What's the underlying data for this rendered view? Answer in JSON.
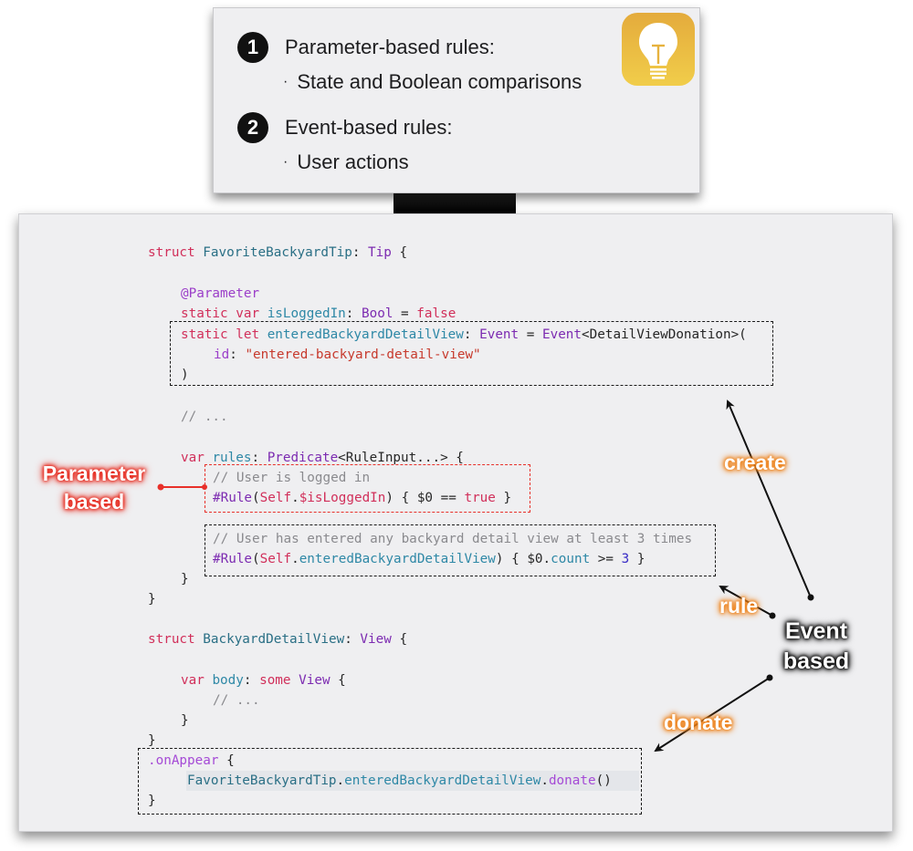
{
  "slide": {
    "rules": [
      {
        "number": "1",
        "title": "Parameter-based rules:",
        "bullet": "State and Boolean comparisons"
      },
      {
        "number": "2",
        "title": "Event-based rules:",
        "bullet": "User actions"
      }
    ],
    "bullet_glyph": "·",
    "app_icon": "lightbulb-icon",
    "app_icon_colors": [
      "#e4ab3c",
      "#f1cd4a"
    ]
  },
  "code": {
    "lines": {
      "l1": [
        "struct",
        "FavoriteBackyardTip",
        ": ",
        "Tip",
        " {"
      ],
      "l2": [
        "@Parameter"
      ],
      "l3": [
        "static",
        " ",
        "var",
        " ",
        "isLoggedIn",
        ": ",
        "Bool",
        " = ",
        "false"
      ],
      "l4": [
        "static",
        " ",
        "let",
        " ",
        "enteredBackyardDetailView",
        ": ",
        "Event",
        " = ",
        "Event",
        "<DetailViewDonation>("
      ],
      "l5": [
        "id",
        ": ",
        "\"entered-backyard-detail-view\""
      ],
      "l6": [
        ")"
      ],
      "l7": [
        "// ..."
      ],
      "l8": [
        "var",
        " ",
        "rules",
        ": ",
        "Predicate",
        "<RuleInput...> {"
      ],
      "l9": [
        "// User is logged in"
      ],
      "l10": [
        "#Rule",
        "(",
        "Self",
        ".",
        "$isLoggedIn",
        ") { $0 == ",
        "true",
        " }"
      ],
      "l11": [
        "// User has entered any backyard detail view at least 3 times"
      ],
      "l12": [
        "#Rule",
        "(",
        "Self",
        ".",
        "enteredBackyardDetailView",
        ") { $0.",
        "count",
        " >= ",
        "3",
        " }"
      ],
      "l13": [
        "}"
      ],
      "l14": [
        "}"
      ],
      "l15": [
        "struct",
        " ",
        "BackyardDetailView",
        ": ",
        "View",
        " {"
      ],
      "l16": [
        "var",
        " ",
        "body",
        ": ",
        "some",
        " ",
        "View",
        " {"
      ],
      "l17": [
        "// ..."
      ],
      "l18": [
        "}"
      ],
      "l19": [
        "}"
      ],
      "l20": [
        ".onAppear",
        " {"
      ],
      "l21": [
        "FavoriteBackyardTip",
        ".",
        "enteredBackyardDetailView",
        ".",
        "donate",
        "()"
      ],
      "l22": [
        "}"
      ]
    }
  },
  "annotations": {
    "parameter_based": [
      "Parameter",
      "based"
    ],
    "event_based": [
      "Event",
      "based"
    ],
    "create": "create",
    "rule": "rule",
    "donate": "donate"
  },
  "colors": {
    "keyword": "#d12f5a",
    "type": "#7c2bb1",
    "identifier": "#2e88a6",
    "string": "#c73a2d",
    "comment": "#8a8a8e",
    "orange_label": "#ee7f15",
    "red_label": "#e62418"
  }
}
